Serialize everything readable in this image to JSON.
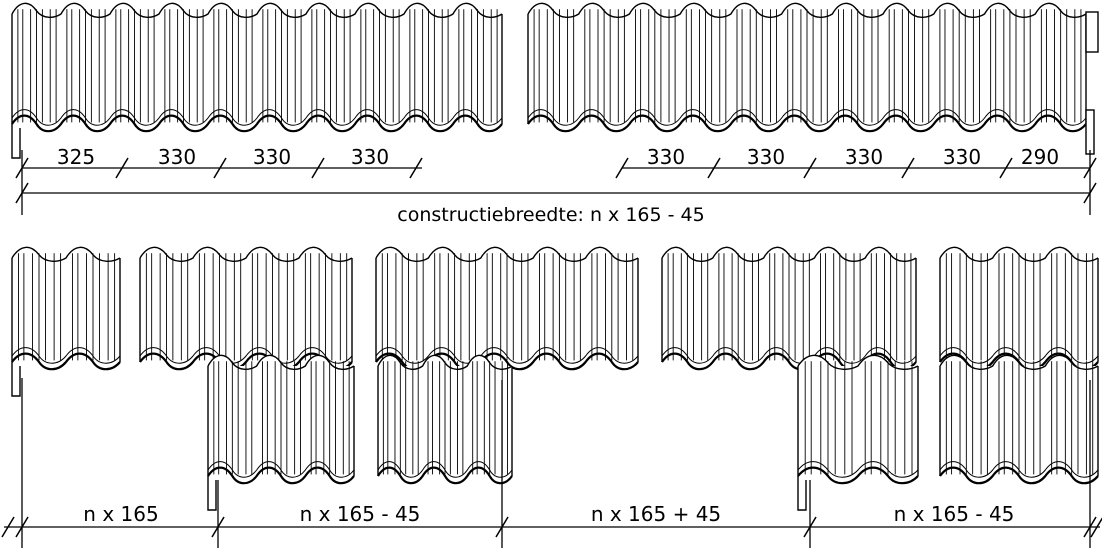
{
  "top": {
    "module_labels": [
      "325",
      "330",
      "330",
      "330",
      "330",
      "330",
      "330",
      "330",
      "290"
    ],
    "caption": "constructiebreedte: n x 165 - 45"
  },
  "bottom": {
    "labels": [
      "n x 165",
      "n x 165 - 45",
      "n x 165 + 45",
      "n x 165 - 45"
    ]
  }
}
